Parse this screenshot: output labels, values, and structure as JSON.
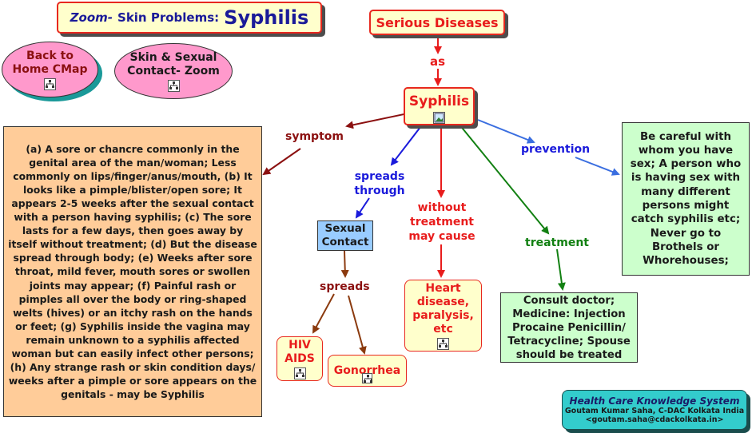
{
  "title": {
    "zoom": "Zoom-",
    "prefix": "Skin Problems:",
    "main": "Syphilis"
  },
  "nav": {
    "home": "Back to Home CMap",
    "zoom": "Skin & Sexual Contact- Zoom"
  },
  "nodes": {
    "serious": "Serious Diseases",
    "syphilis": "Syphilis",
    "symptoms_text": "(a) A sore or chancre commonly in the genital area of the man/woman; Less commonly on lips/finger/anus/mouth, (b) It looks like a pimple/blister/open sore; It appears 2-5 weeks after the sexual contact with a person having syphilis;  (c) The sore lasts for a few days, then goes away by itself without treatment; (d) But the disease spread through body; (e) Weeks after sore throat, mild fever, mouth sores or swollen joints may appear; (f) Painful rash or pimples all over the body or ring-shaped welts (hives) or an itchy rash on the hands or feet; (g) Syphilis inside the vagina may remain unknown to a syphilis affected woman but can easily infect other persons; (h) Any strange rash or skin condition days/ weeks after a pimple or sore appears on the genitals - may be Syphilis",
    "sexual_contact": "Sexual Contact",
    "hiv": "HIV AIDS",
    "gonorrhea": "Gonorrhea",
    "heart": "Heart disease, paralysis, etc",
    "prevention_text": "Be careful with whom you have sex; A person who is having sex with many different persons might catch syphilis etc; Never go to Brothels or Whorehouses;",
    "treatment_text": "Consult doctor; Medicine: Injection Procaine Penicillin/ Tetracycline; Spouse should be treated"
  },
  "links": {
    "as": "as",
    "symptom": "symptom",
    "spreads_through": "spreads through",
    "without_treatment": "without treatment may cause",
    "prevention": "prevention",
    "treatment": "treatment",
    "spreads": "spreads"
  },
  "footer": {
    "title": "Health Care Knowledge System",
    "author": "Goutam Kumar Saha, C-DAC Kolkata India",
    "email": "<goutam.saha@cdackolkata.in>"
  },
  "icons": [
    "cmap-resource-icon",
    "image-resource-icon"
  ],
  "colors": {
    "node_yellow": "#ffffcc",
    "node_border_red": "#e8281e",
    "symptom_box": "#ffcc99",
    "prevention_box": "#ccffcc",
    "sexual_contact_box": "#99ccff",
    "home_button": "#ff99cc",
    "footer_box": "#33cccc",
    "link_darkred": "#8b1010",
    "link_blue": "#1a1adb",
    "link_red": "#e81c1c",
    "link_green": "#128012",
    "link_brown": "#8b3a0e"
  }
}
